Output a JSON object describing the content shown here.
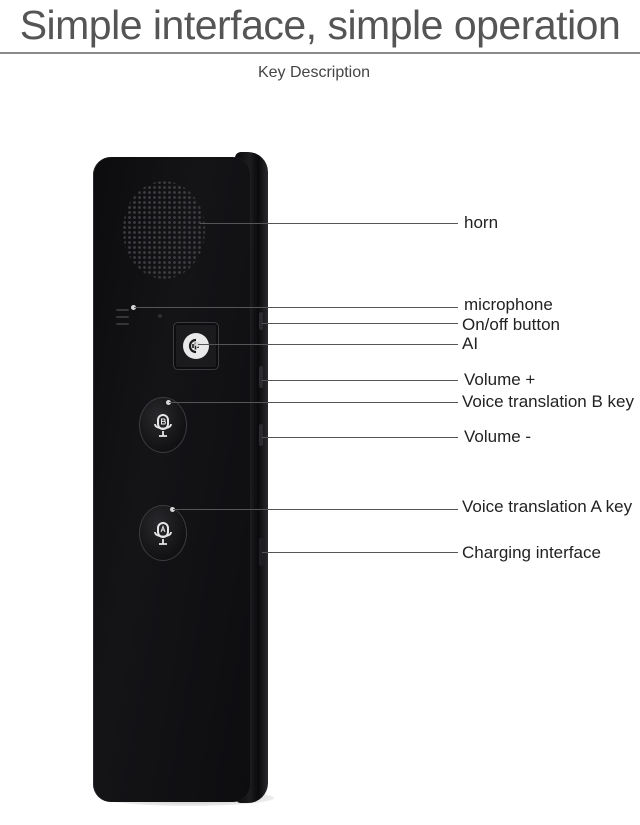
{
  "header": {
    "title": "Simple interface, simple operation",
    "subtitle": "Key Description"
  },
  "labels": {
    "horn": "horn",
    "microphone": "microphone",
    "on_off": "On/off button",
    "ai": "AI",
    "volume_up": "Volume +",
    "voice_b": "Voice translation B key",
    "volume_down": "Volume -",
    "voice_a": "Voice translation A key",
    "charging": "Charging interface"
  },
  "colors": {
    "device": "#0f0f12",
    "rule": "#8a8a8a",
    "title": "#555555"
  },
  "icons": {
    "ai_button": "voice-wave-icon",
    "voice_b_button": "microphone-b-icon",
    "voice_a_button": "microphone-a-icon"
  }
}
